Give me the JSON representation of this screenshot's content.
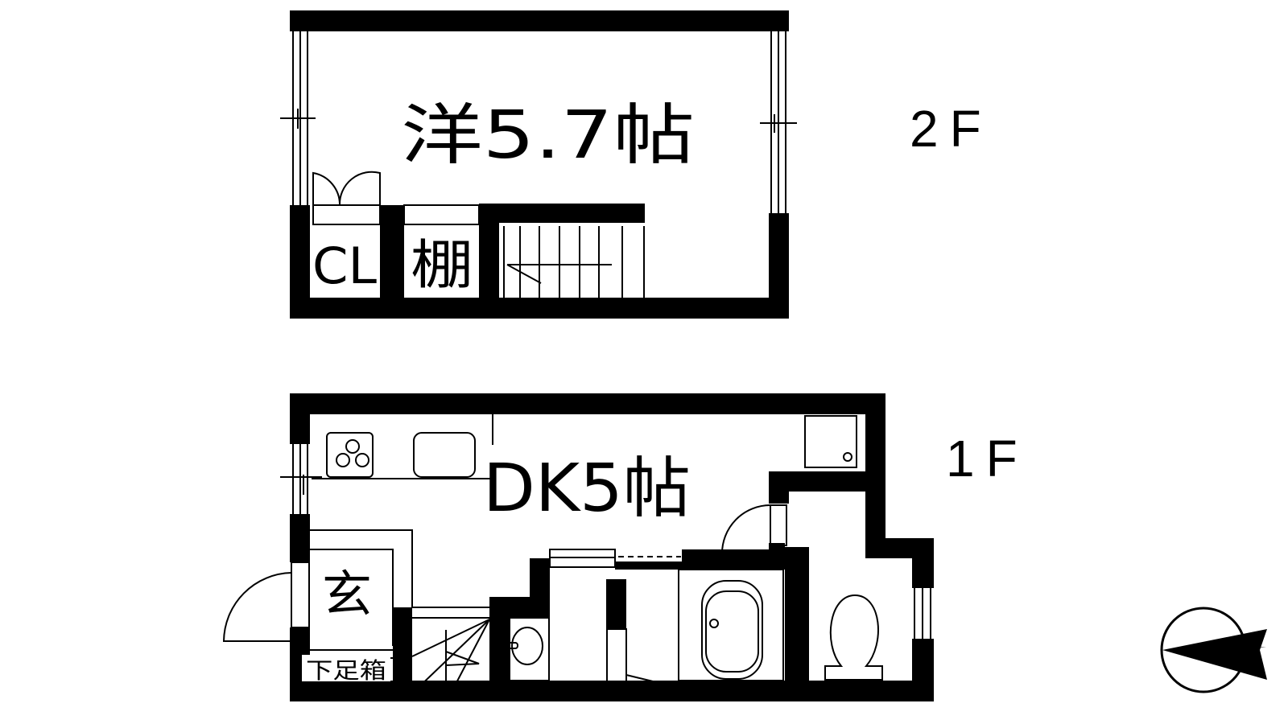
{
  "floors": [
    {
      "id": "2F",
      "label": "2F",
      "rooms": [
        {
          "name": "western-room",
          "label": "洋5.7帖",
          "type": "洋室",
          "size_jo": 5.7
        },
        {
          "name": "closet",
          "label": "CL"
        },
        {
          "name": "shelf",
          "label": "棚"
        },
        {
          "name": "staircase",
          "label": ""
        }
      ]
    },
    {
      "id": "1F",
      "label": "1F",
      "rooms": [
        {
          "name": "dining-kitchen",
          "label": "DK5帖",
          "type": "DK",
          "size_jo": 5
        },
        {
          "name": "entrance",
          "label": "玄"
        },
        {
          "name": "shoe-cabinet",
          "label": "下足箱"
        },
        {
          "name": "staircase",
          "label": ""
        },
        {
          "name": "washroom",
          "label": ""
        },
        {
          "name": "bathroom",
          "label": ""
        },
        {
          "name": "toilet",
          "label": ""
        },
        {
          "name": "laundry-space",
          "label": ""
        }
      ]
    }
  ],
  "labels": {
    "floor2": "2F",
    "floor1": "1F",
    "room_2f": "洋5.7帖",
    "closet": "CL",
    "shelf": "棚",
    "room_1f": "DK5帖",
    "entrance": "玄",
    "shoe_box": "下足箱"
  },
  "compass": {
    "icon": "north-arrow-icon",
    "direction": "west"
  },
  "colors": {
    "wall": "#000000",
    "background": "#ffffff",
    "line": "#000000"
  }
}
